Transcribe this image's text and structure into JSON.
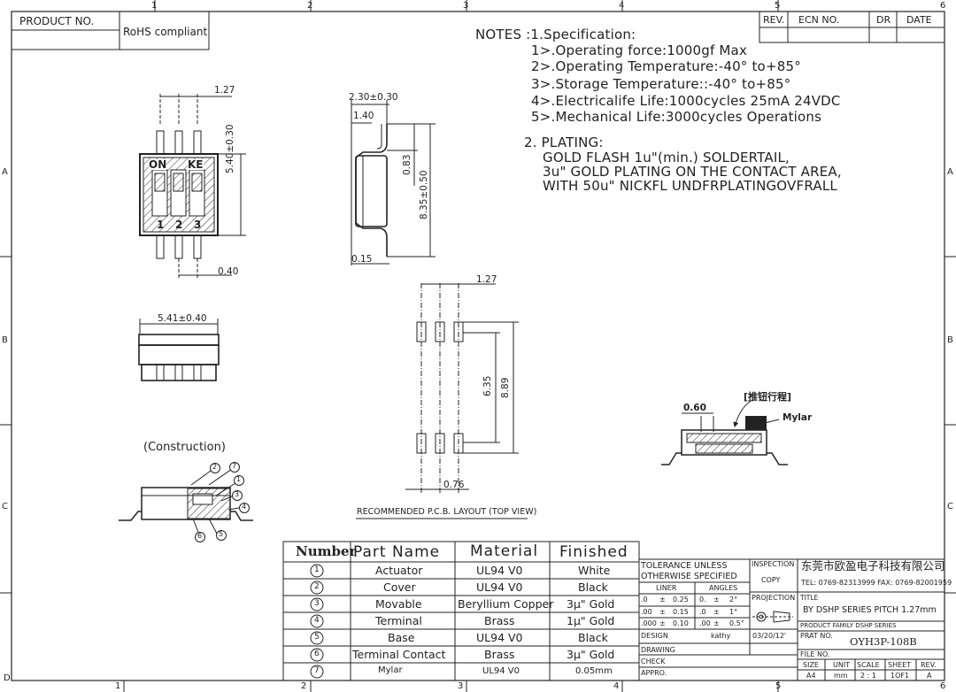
{
  "grid": {
    "cols": [
      "1",
      "2",
      "3",
      "4",
      "5",
      "6"
    ],
    "rows": [
      "A",
      "B",
      "C",
      "D"
    ]
  },
  "header": {
    "product_no_label": "PRODUCT NO.",
    "rohs": "RoHS compliant",
    "rev_headers": [
      "REV.",
      "ECN NO.",
      "DR",
      "DATE"
    ]
  },
  "notes": {
    "title": "NOTES :1.Specification:",
    "spec": [
      "1>.Operating force:1000gf Max",
      "2>.Operating Temperature:-40° to+85°",
      "3>.Storage Temperature::-40° to+85°",
      "4>.Electricalife Life:1000cycles 25mA 24VDC",
      "5>.Mechanical Life:3000cycles Operations"
    ],
    "plating_title": "2. PLATING:",
    "plating": [
      "GOLD FLASH 1u\"(min.) SOLDERTAIL,",
      "3u\" GOLD PLATING  ON THE CONTACT AREA,",
      "WITH 50u\" NICKFL UNDFRPLATINGOVFRALL"
    ]
  },
  "drawing": {
    "top_view": {
      "pitch": "1.27",
      "height": "5.40±0.30",
      "pin_w": "0.40",
      "on": "ON",
      "ke": "KE",
      "pins": [
        "1",
        "2",
        "3"
      ]
    },
    "side_view": {
      "w": "2.30±0.30",
      "w2": "1.40",
      "h1": "0.83",
      "h2": "8.35±0.50",
      "t": "0.15"
    },
    "front_view": {
      "w": "5.41±0.40"
    },
    "pcb": {
      "pitch": "1.27",
      "h1": "6.35",
      "h2": "8.89",
      "pad": "0.76",
      "caption": "RECOMMENDED P.C.B. LAYOUT (TOP VIEW)"
    },
    "construction": {
      "caption": "(Construction)",
      "callouts": [
        "2",
        "7",
        "1",
        "3",
        "4",
        "5",
        "6"
      ]
    },
    "detail": {
      "dim": "0.60",
      "chinese_label": "[推钮行程]",
      "mylar": "Mylar"
    }
  },
  "bom": {
    "headers": [
      "Number",
      "Part Name",
      "Material",
      "Finished"
    ],
    "rows": [
      {
        "num": "1",
        "part": "Actuator",
        "material": "UL94 V0",
        "finish": "White"
      },
      {
        "num": "2",
        "part": "Cover",
        "material": "UL94 V0",
        "finish": "Black"
      },
      {
        "num": "3",
        "part": "Movable",
        "material": "Beryllium Copper",
        "finish": "3μ\" Gold"
      },
      {
        "num": "4",
        "part": "Terminal",
        "material": "Brass",
        "finish": "1μ\" Gold"
      },
      {
        "num": "5",
        "part": "Base",
        "material": "UL94 V0",
        "finish": "Black"
      },
      {
        "num": "6",
        "part": "Terminal Contact",
        "material": "Brass",
        "finish": "3μ\" Gold"
      },
      {
        "num": "7",
        "part": "Mylar",
        "material": "UL94 V0",
        "finish": "0.05mm"
      }
    ]
  },
  "titleblock": {
    "tolerance": "TOLERANCE UNLESS OTHERWISE SPECIFIED",
    "liner": "LINER",
    "angles": "ANGLES",
    "tol_rows": [
      [
        ".0",
        "±",
        "0.25",
        "0.",
        "±",
        "2°"
      ],
      [
        ".00",
        "±",
        "0.15",
        ".0",
        "±",
        "1°"
      ],
      [
        ".000",
        "±",
        "0.10",
        ".00",
        "±",
        "0.5°"
      ]
    ],
    "inspection": "INSPECTION",
    "copy": "COPY",
    "projection": "PROJECTION",
    "company": "东莞市欧盈电子科技有限公司",
    "tel": "TEL: 0769-82313999 FAX: 0769-82001959",
    "title_label": "TITLE",
    "title_value": "BY DSHP SERIES PITCH 1.27mm",
    "family": "PRODUCT FAMILY DSHP SERIES",
    "part_no_label": "PRAT NO.",
    "part_no": "OYH3P-108B",
    "design": "DESIGN",
    "designer": "kathy",
    "date": "03/20/12'",
    "drawing": "DRAWING",
    "check": "CHECK",
    "appro": "APPRO.",
    "file_no": "FILE NO.",
    "bottom_headers": [
      "SIZE",
      "UNIT",
      "SCALE",
      "SHEET",
      "REV."
    ],
    "bottom_values": [
      "A4",
      "mm",
      "2 : 1",
      "1OF1",
      "A"
    ]
  }
}
